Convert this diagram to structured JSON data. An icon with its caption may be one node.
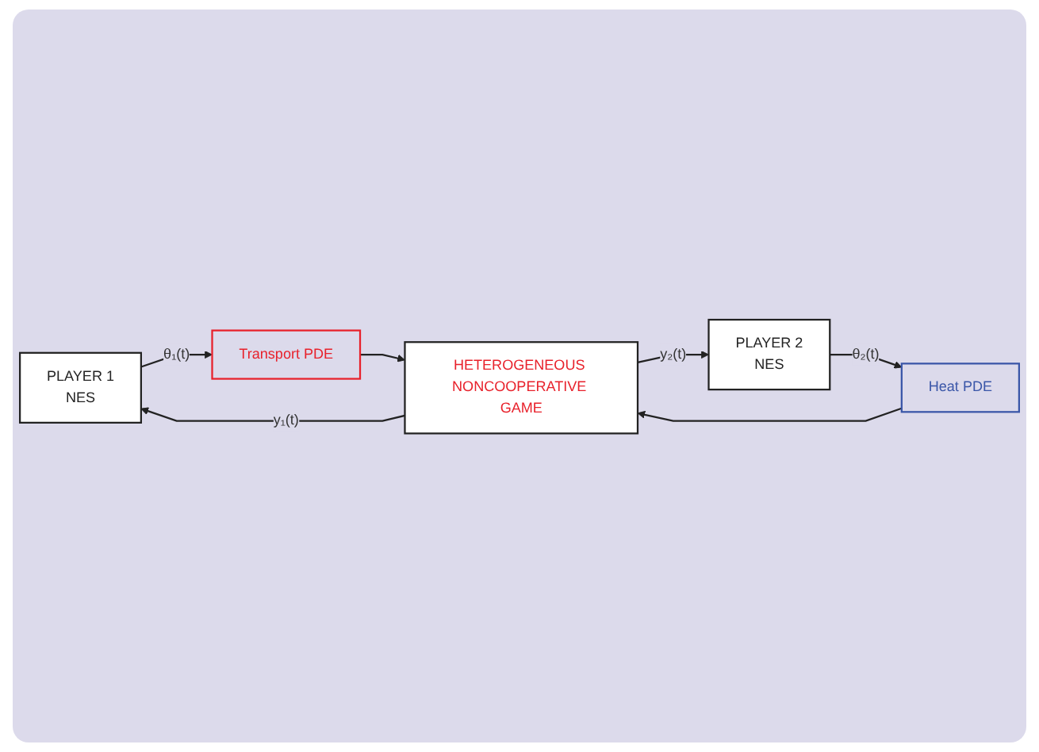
{
  "diagram": {
    "nodes": [
      {
        "text": [
          "PLAYER 1",
          "NES"
        ]
      },
      {
        "text": [
          "Transport PDE"
        ]
      },
      {
        "text": [
          "HETEROGENEOUS NONCOOPERATIVE GAME"
        ]
      },
      {
        "text": [
          "Heat PDE"
        ]
      },
      {
        "text": [
          "PLAYER 2",
          "NES"
        ]
      }
    ],
    "edges": [
      {
        "from": 0,
        "to": 1,
        "arrow": "to",
        "label": "θ₁(t)"
      },
      {
        "from": 1,
        "to": 2,
        "arrow": "to"
      },
      {
        "from": 3,
        "to": 2,
        "arrow": "to"
      },
      {
        "from": 2,
        "to": 0,
        "arrow": "to",
        "label": "y₁(t)"
      },
      {
        "from": 2,
        "to": 4,
        "arrow": "to",
        "label": "y₂(t)"
      },
      {
        "from": 4,
        "to": 3,
        "arrow": "to",
        "label": "θ₂(t)"
      }
    ]
  }
}
